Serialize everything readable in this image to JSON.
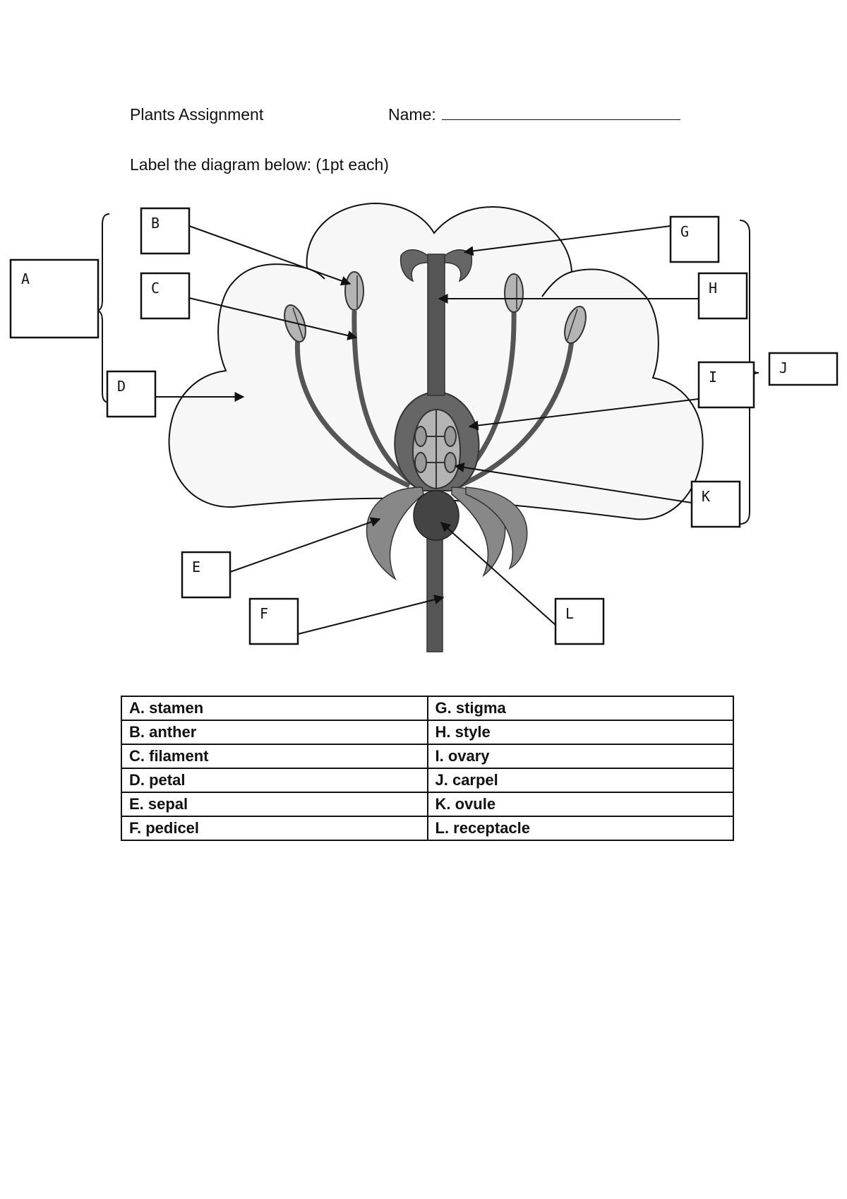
{
  "header": {
    "title": "Plants Assignment",
    "name_label": "Name:",
    "instruction": "Label the diagram below: (1pt each)"
  },
  "diagram": {
    "labels": {
      "A": "A",
      "B": "B",
      "C": "C",
      "D": "D",
      "E": "E",
      "F": "F",
      "G": "G",
      "H": "H",
      "I": "I",
      "J": "J",
      "K": "K",
      "L": "L"
    }
  },
  "key": {
    "rows": [
      [
        "A. stamen",
        "G. stigma"
      ],
      [
        "B. anther",
        "H. style"
      ],
      [
        "C. filament",
        "I. ovary"
      ],
      [
        "D. petal",
        "J. carpel"
      ],
      [
        "E. sepal",
        "K. ovule"
      ],
      [
        "F. pedicel",
        "L. receptacle"
      ]
    ]
  },
  "colors": {
    "petal_fill": "#f7f7f7",
    "stem": "#555555",
    "anther": "#b4b4b4",
    "receptacle": "#444444",
    "sepal": "#888888"
  }
}
